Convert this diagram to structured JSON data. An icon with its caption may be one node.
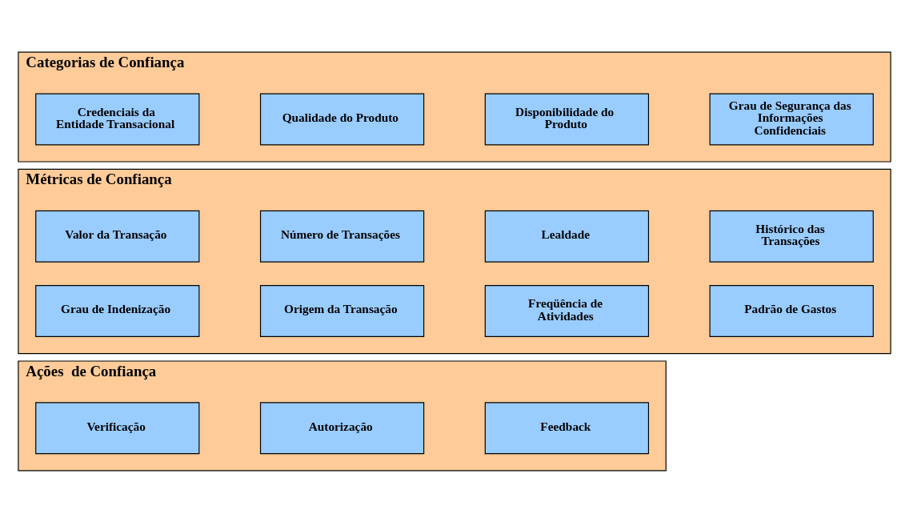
{
  "diagram": {
    "nodes": [
      {
        "text": [
          "Categorias de Confiança"
        ]
      },
      {
        "text": [
          "Credenciais da Entidade Transacional"
        ],
        "in": 0
      },
      {
        "text": [
          "Qualidade do Produto"
        ],
        "in": 0
      },
      {
        "text": [
          "Disponibilidade do Produto"
        ],
        "in": 0
      },
      {
        "text": [
          "Grau de Segurança das Informações Confidenciais"
        ],
        "in": 0
      },
      {
        "text": [
          "Métricas de Confiança"
        ]
      },
      {
        "text": [
          "Valor da Transação"
        ],
        "in": 5
      },
      {
        "text": [
          "Número de Transações"
        ],
        "in": 5
      },
      {
        "text": [
          "Lealdade"
        ],
        "in": 5
      },
      {
        "text": [
          "Histórico das Transações"
        ],
        "in": 5
      },
      {
        "text": [
          "Grau de Indenização"
        ],
        "in": 5
      },
      {
        "text": [
          "Origem da Transação"
        ],
        "in": 5
      },
      {
        "text": [
          "Freqüência de Atividades"
        ],
        "in": 5
      },
      {
        "text": [
          "Padrão de Gastos"
        ],
        "in": 5
      },
      {
        "text": [
          "Ações  de Confiança"
        ]
      },
      {
        "text": [
          "Verificação"
        ],
        "in": 14
      },
      {
        "text": [
          "Autorização"
        ],
        "in": 14
      },
      {
        "text": [
          "Feedback"
        ],
        "in": 14
      }
    ],
    "edges": []
  }
}
